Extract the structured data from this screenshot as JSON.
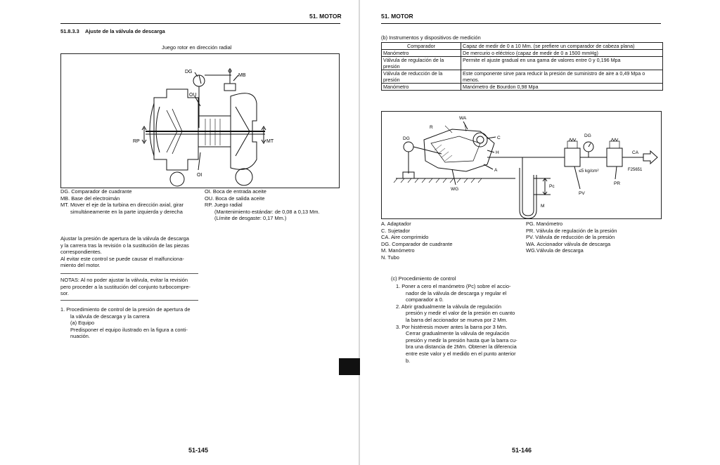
{
  "left_page": {
    "header": "51. MOTOR",
    "section_number": "51.8.3.3",
    "section_title": "Ajuste de la válvula de descarga",
    "figure_caption": "Juego rotor en dirección radial",
    "figure_labels": {
      "dg": "DG",
      "mb": "MB",
      "ou": "OU",
      "rp": "RP",
      "mt": "MT",
      "oi": "OI"
    },
    "legend_left": [
      "DG. Comparador de cuadrante",
      "MB. Base del electroimán",
      "MT. Mover el eje de la turbina en dirección axial, girar",
      "simultáneamente en la parte izquierda y derecha"
    ],
    "legend_right": [
      "OI.  Boca de entrada aceite",
      "OU. Boca de salida aceite",
      "RP. Juego radial",
      "(Mantenimiento estándar: de 0,08 a 0,13 Mm.",
      "(Límite de desgaste: 0,17 Mm.)"
    ],
    "intro_lines": [
      "Ajustar la presión de apertura de la válvula de descarga",
      "y la carrera tras la revisión o la sustitución de las piezas",
      "correspondientes.",
      "Al evitar este control se puede causar el malfunciona-",
      "miento del motor."
    ],
    "notes_lines": [
      "NOTAS: Al no poder ajustar la válvula, evitar la revisión",
      "pero proceder a la sustitución del conjunto turbocompre-",
      "sor."
    ],
    "procedure_lines": [
      "1.  Procedimiento de control de la presión de apertura de",
      "la válvula de descarga y la carrera",
      "(a) Equipo",
      "Predisponer el equipo ilustrado en la figura a conti-",
      "nuación."
    ],
    "page_number": "51-145"
  },
  "right_page": {
    "header": "51. MOTOR",
    "instruments_title": "(b) Instrumentos y dispositivos de medición",
    "instruments_table": [
      [
        "Comparador",
        "Capaz de medir de 0 a 10 Mm. (se prefiere un comparador de cabeza plana)"
      ],
      [
        "Manómetro",
        "De mercurio o eléctrico (capaz de medir de 0 a 1500 mmHg)"
      ],
      [
        "Válvula de regulación de la presión",
        "Permite el ajuste gradual en una gama de valores entre 0 y 0,196 Mpa"
      ],
      [
        "Válvula de reducción de la presión",
        "Este componente sirve para reducir la presión de suministro de aire a 0,49 Mpa o menos."
      ],
      [
        "Manómetro",
        "Manómetro de Bourdon 0,98 Mpa"
      ]
    ],
    "figure_labels": {
      "wa": "WA",
      "r": "R",
      "dg": "DG",
      "c": "C",
      "h": "H",
      "a": "A",
      "wg": "WG",
      "pc": "Pc",
      "m": "M",
      "pv": "PV",
      "pr": "PR",
      "ca": "CA",
      "dg2": "DG",
      "pressure": "≤5 kg/cm²",
      "code": "F25651"
    },
    "legend_left": [
      "A.    Adaptador",
      "C.    Sujetador",
      "CA.  Aire comprimido",
      "DG. Comparador de cuadrante",
      "M.    Manómetro",
      "N.    Tubo"
    ],
    "legend_right": [
      "PG. Manómetro",
      "PR.  Válvula de regulación de la presión",
      "PV.  Válvula de reducción de la presión",
      "WA. Accionador válvula de descarga",
      "WG.Válvula de descarga"
    ],
    "control_title": "(c) Procedimiento de control",
    "control_lines": [
      "1.  Poner a cero el manómetro (Pc) sobre el accio-",
      "nador de la válvula de descarga y regular el",
      "comparador a 0.",
      "2.  Abrir gradualmente la válvula de regulación",
      "presión y medir el valor de la presión en cuanto",
      "la barra del accionador se mueva por 2 Mm.",
      "3.  Por histéresis mover antes la barra por 3 Mm.",
      "Cerrar gradualmente la válvula de regulación",
      "presión y medir la presión hasta que la barra cu-",
      "bra una distancia de 2Mm. Obtener la diferencia",
      "entre este valor y el medido en el punto anterior",
      "b."
    ],
    "page_number": "51-146"
  }
}
